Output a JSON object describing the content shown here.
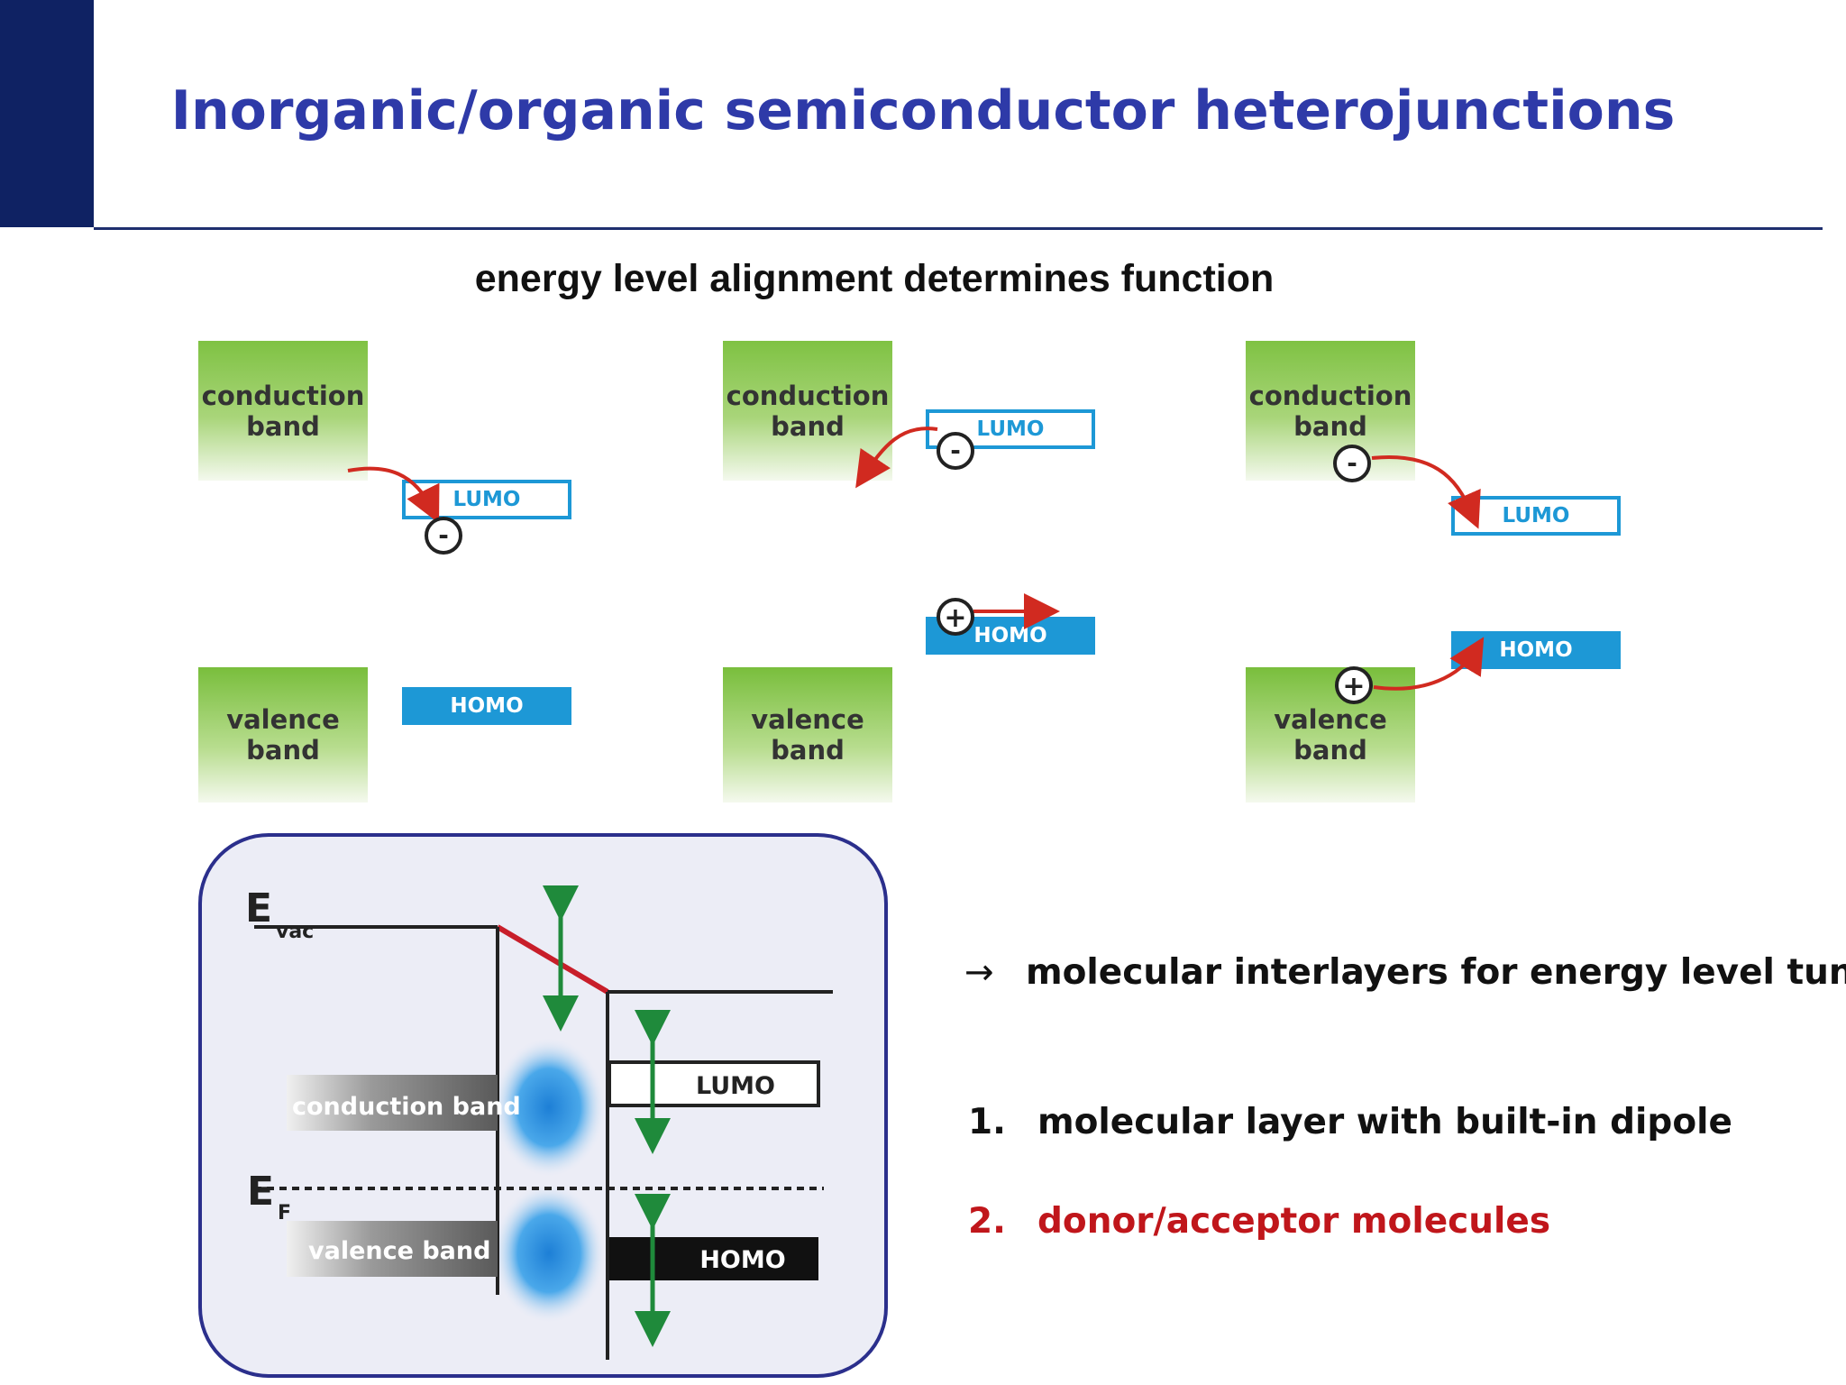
{
  "slide": {
    "title": "Inorganic/organic semiconductor heterojunctions",
    "subtitle": "energy level alignment determines function"
  },
  "colors": {
    "title": "#2e3aa8",
    "header_bar": "#0f2263",
    "band_green": "#7fc243",
    "orbital_blue": "#1d98d6",
    "arrow_red": "#d12a20",
    "arrow_green": "#1f8a3b",
    "red_text": "#c0161b"
  },
  "diagrams": [
    {
      "conduction_band": "conduction band",
      "valence_band": "valence band",
      "lumo": "LUMO",
      "homo": "HOMO",
      "charges": [
        "-"
      ]
    },
    {
      "conduction_band": "conduction band",
      "valence_band": "valence band",
      "lumo": "LUMO",
      "homo": "HOMO",
      "charges": [
        "-",
        "+"
      ]
    },
    {
      "conduction_band": "conduction band",
      "valence_band": "valence band",
      "lumo": "LUMO",
      "homo": "HOMO",
      "charges": [
        "-",
        "+"
      ]
    }
  ],
  "panel": {
    "evac_main": "E",
    "evac_sub": "vac",
    "ef_main": "E",
    "ef_sub": "F",
    "conduction_band": "conduction band",
    "valence_band": "valence band",
    "lumo": "LUMO",
    "homo": "HOMO"
  },
  "text": {
    "arrow_glyph": "→",
    "line1": "molecular interlayers for energy level tuning",
    "item1_num": "1.",
    "item1": "molecular layer with built-in dipole",
    "item2_num": "2.",
    "item2": "donor/acceptor molecules"
  }
}
